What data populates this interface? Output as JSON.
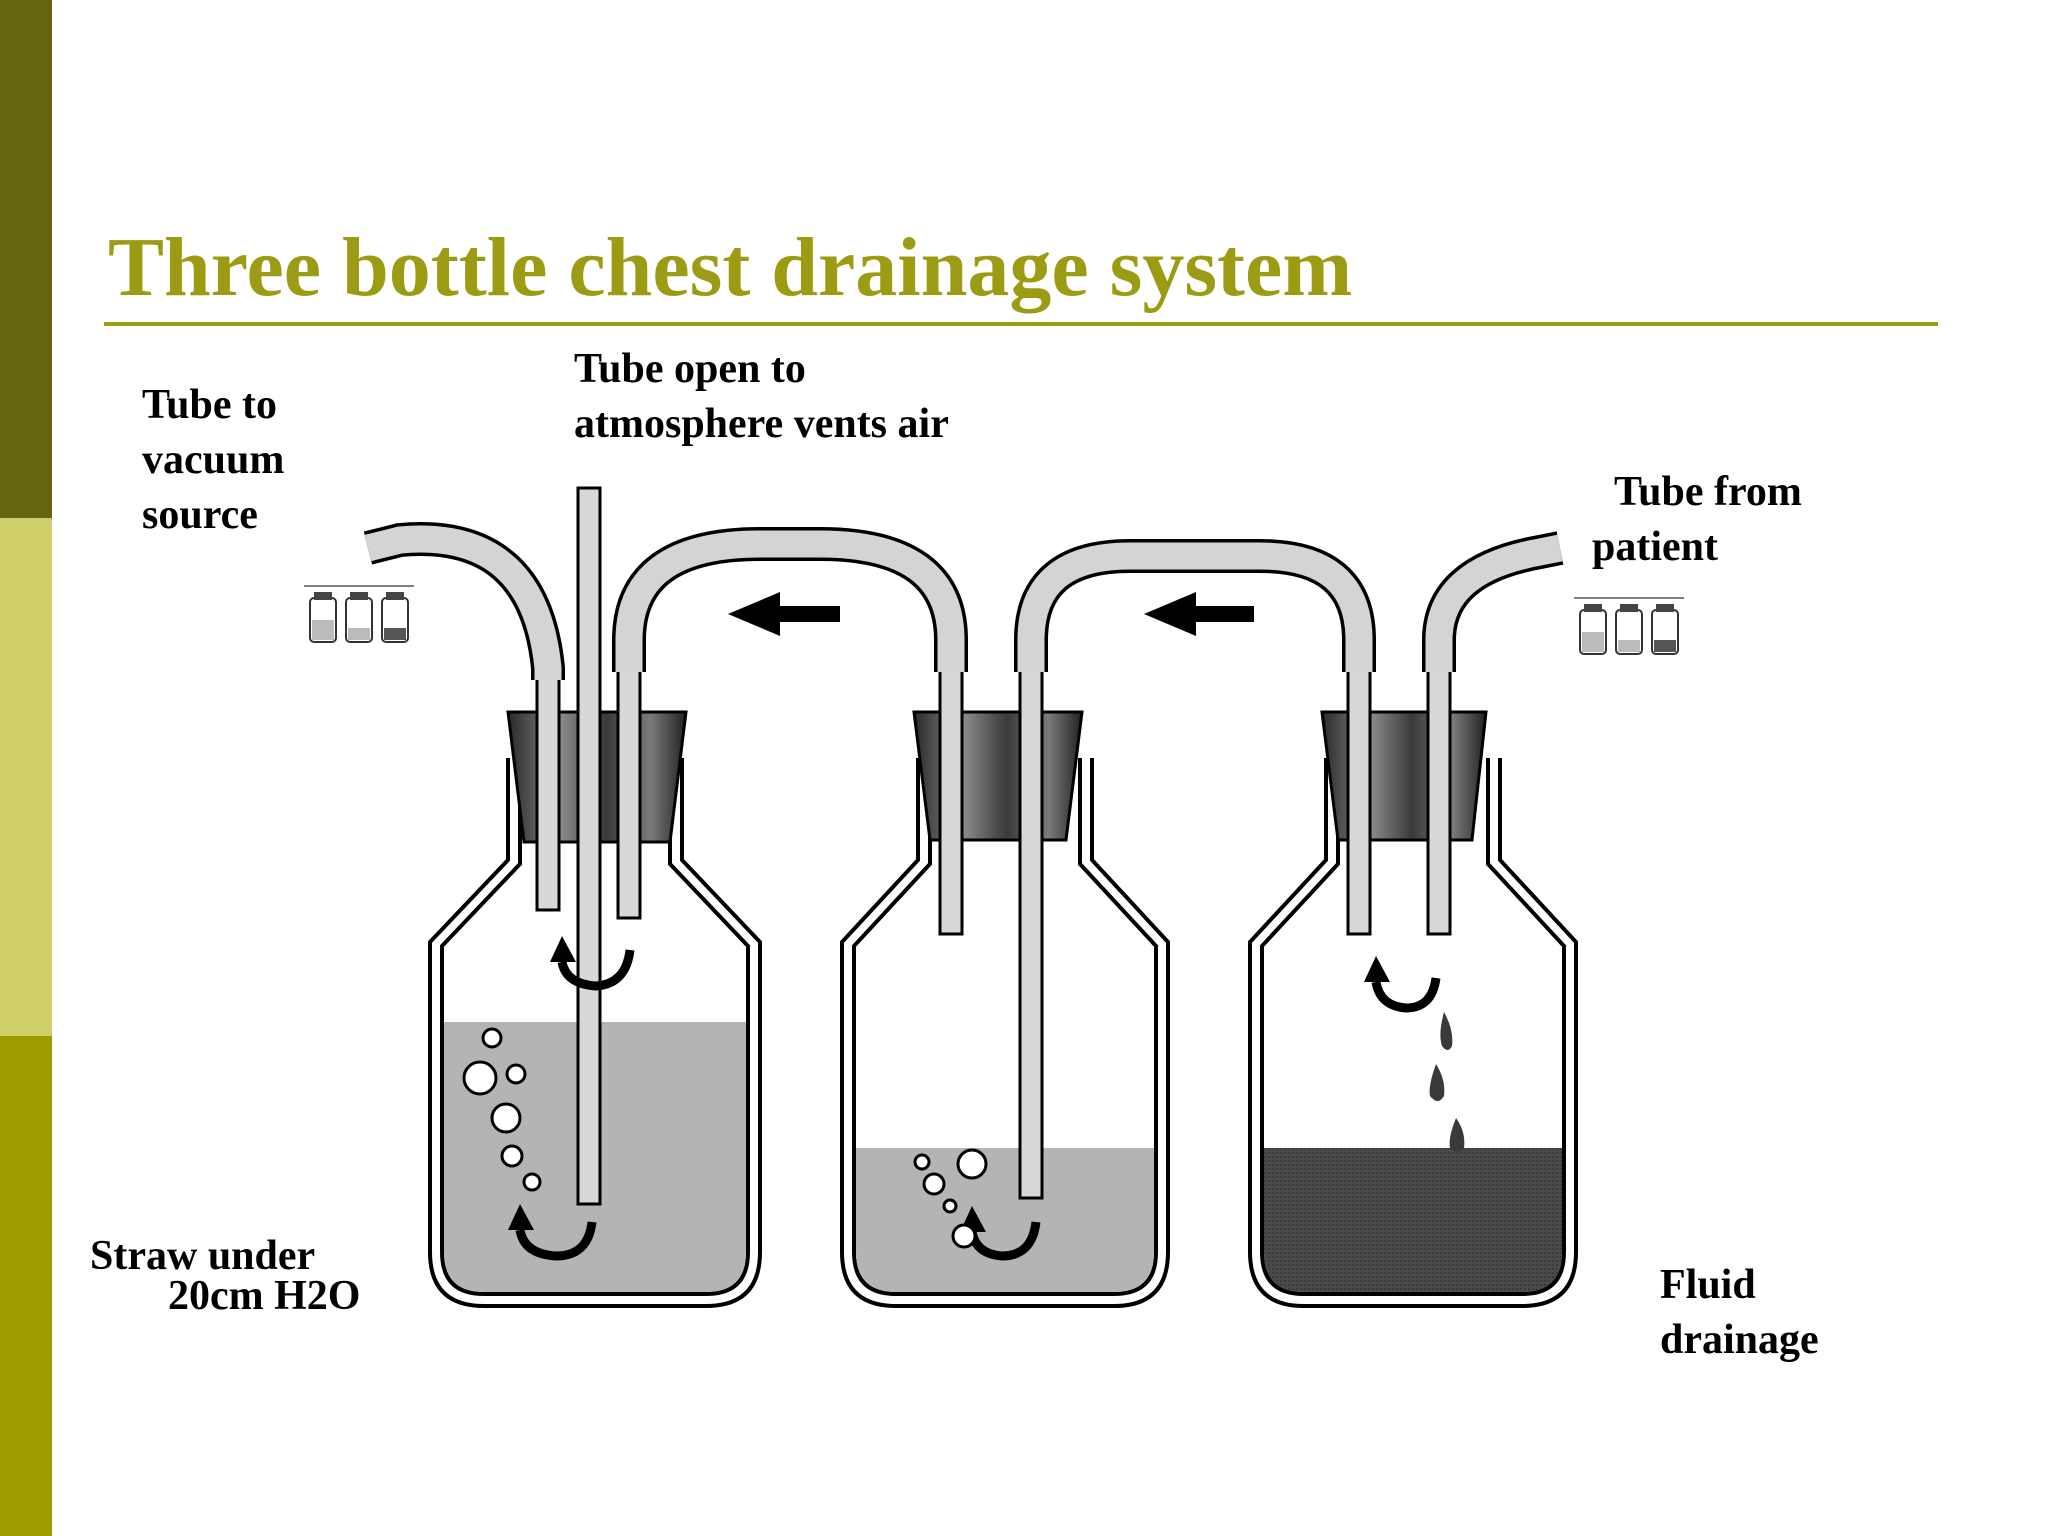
{
  "theme": {
    "title_color": "#9c9c14",
    "rule_color": "#9c9c14",
    "sidebar": [
      "#65650f",
      "#cfcf6a",
      "#9c9c00"
    ]
  },
  "slide": {
    "title": "Three bottle chest drainage system"
  },
  "labels": {
    "vacuum": [
      "Tube to",
      "vacuum",
      "source"
    ],
    "atmosphere": [
      "Tube open to",
      "atmosphere vents air"
    ],
    "patient": [
      "Tube from",
      "patient"
    ],
    "straw": [
      "Straw under",
      "20cm H2O"
    ],
    "fluid": [
      "Fluid",
      "drainage"
    ]
  },
  "icons": {
    "flow_arrow": "left-arrow-icon",
    "circulation": "curved-arrow-icon",
    "bubbles": "bubble-icon",
    "drops": "drop-icon",
    "thumbnail": "three-bottle-thumbnail-icon"
  }
}
